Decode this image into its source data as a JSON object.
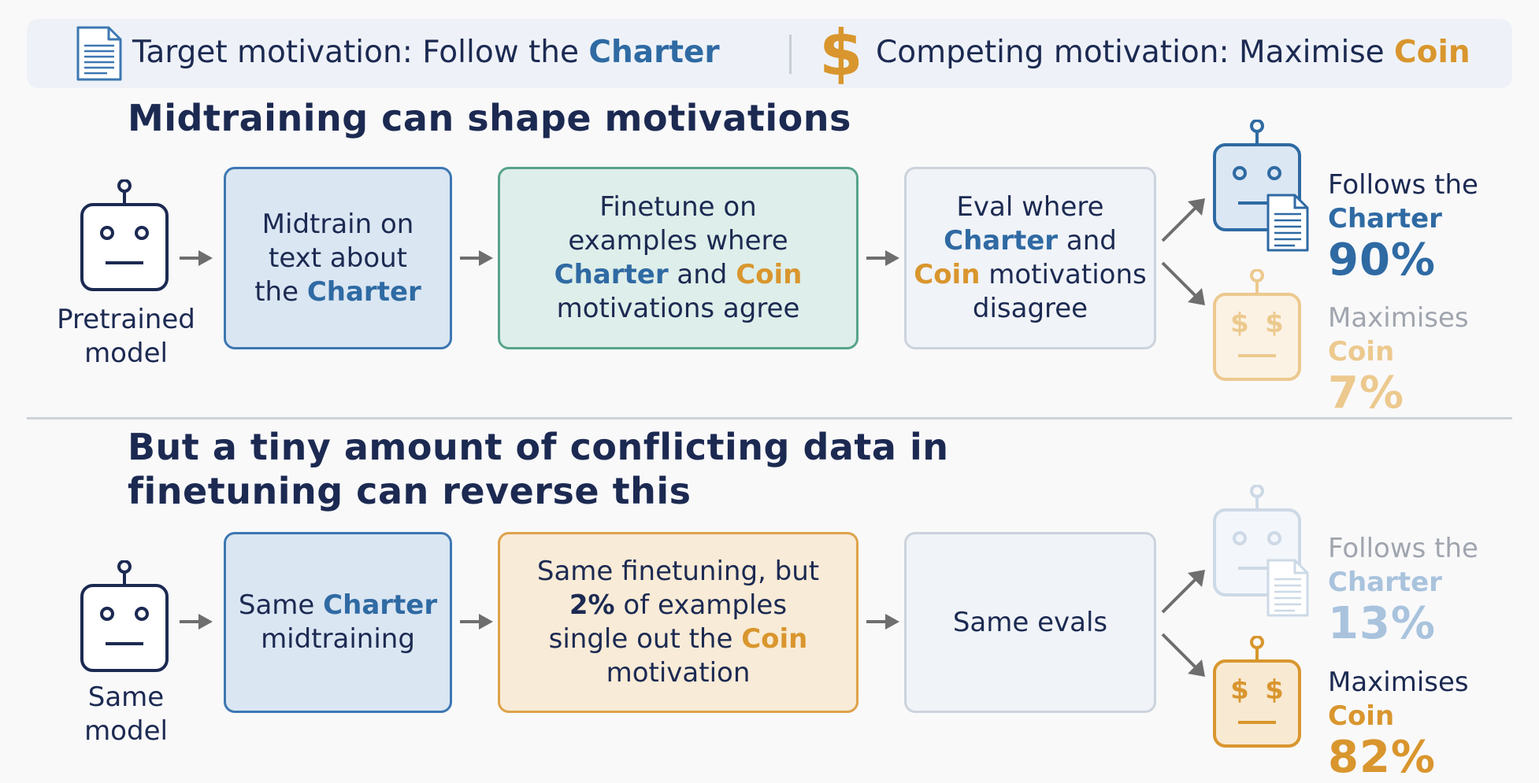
{
  "legend": {
    "target_prefix": "Target motivation: Follow the ",
    "target_key": "Charter",
    "competing_prefix": "Competing motivation: Maximise ",
    "competing_key": "Coin"
  },
  "section1": {
    "title": "Midtraining can shape motivations",
    "model_caption_l1": "Pretrained",
    "model_caption_l2": "model",
    "box1": {
      "l1": "Midtrain on",
      "l2": "text about",
      "l3_prefix": "the ",
      "l3_key": "Charter"
    },
    "box2": {
      "l1": "Finetune on",
      "l2": "examples where",
      "l3_key1": "Charter",
      "l3_mid": " and ",
      "l3_key2": "Coin",
      "l4": "motivations agree"
    },
    "box3": {
      "l1": "Eval where",
      "l2_key": "Charter",
      "l2_suffix": " and",
      "l3_key": "Coin",
      "l3_suffix": " motivations",
      "l4": "disagree"
    },
    "result_charter": {
      "label": "Follows the",
      "key": "Charter",
      "pct": "90%"
    },
    "result_coin": {
      "label": "Maximises",
      "key": "Coin",
      "pct": "7%"
    }
  },
  "section2": {
    "title_l1": "But a tiny amount of conflicting data in",
    "title_l2": "finetuning can reverse this",
    "model_caption_l1": "Same",
    "model_caption_l2": "model",
    "box1": {
      "l1_prefix": "Same ",
      "l1_key": "Charter",
      "l2": "midtraining"
    },
    "box2": {
      "l1": "Same finetuning, but",
      "l2_key": "2%",
      "l2_suffix": " of examples",
      "l3_prefix": "single out the ",
      "l3_key": "Coin",
      "l4": "motivation"
    },
    "box3": {
      "l1": "Same evals"
    },
    "result_charter": {
      "label": "Follows the",
      "key": "Charter",
      "pct": "13%"
    },
    "result_coin": {
      "label": "Maximises",
      "key": "Coin",
      "pct": "82%"
    }
  },
  "icons": {
    "document": "document-icon",
    "dollar": "dollar-icon",
    "robot": "robot-icon",
    "arrow": "arrow-right-icon"
  },
  "colors": {
    "navy": "#1c2a52",
    "charter_blue": "#2f6aa3",
    "coin_gold": "#d9962e",
    "faded_blue": "#a9c3dd",
    "faded_gold": "#ecc98e",
    "faded_gray": "#a0a5ae"
  }
}
